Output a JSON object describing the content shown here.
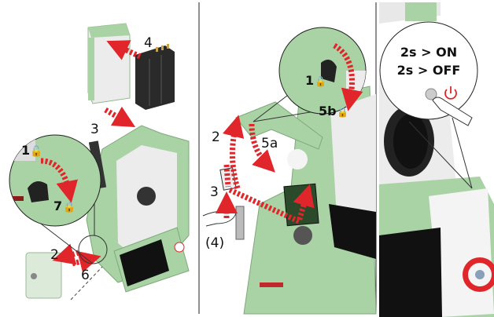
{
  "colors": {
    "instrument_green": "#a9d3a4",
    "arrow_red": "#e0262b",
    "battery_black": "#2a2a2a",
    "housing_white": "#ececec"
  },
  "panel_battery": {
    "step_insert": "4",
    "step_remove": "3",
    "step_unlock": "1",
    "step_lock": "7",
    "step_pull": "2",
    "step_push": "6"
  },
  "panel_sdcard": {
    "step_unlock": "1",
    "step_lock": "5b",
    "step_close": "5a",
    "step_open": "2",
    "step_card": "3",
    "step_eject": "(4)"
  },
  "panel_power": {
    "on_text": "2s > ON",
    "off_text": "2s > OFF",
    "icon": "power-icon"
  }
}
